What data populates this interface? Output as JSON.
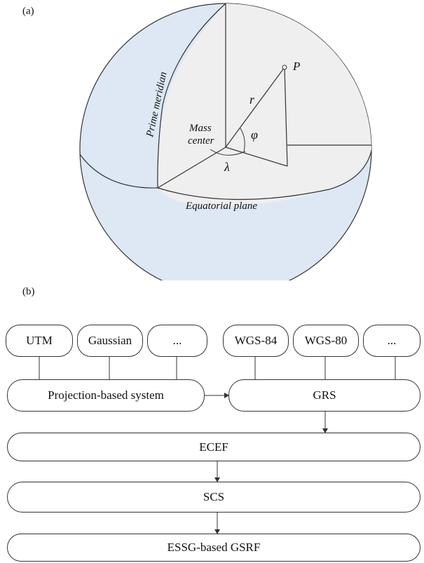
{
  "panel_a": {
    "label": "(a)",
    "labels": {
      "point": "P",
      "radius": "r",
      "latitude": "φ",
      "longitude": "λ",
      "mass_center_line1": "Mass",
      "mass_center_line2": "center",
      "prime_meridian": "Prime meridian",
      "equatorial_plane": "Equatorial plane"
    },
    "colors": {
      "sphere_fill": "#dde8f4",
      "plane_fill": "#efefef",
      "stroke": "#333333"
    }
  },
  "panel_b": {
    "label": "(b)",
    "top_left_boxes": [
      "UTM",
      "Gaussian",
      "..."
    ],
    "top_right_boxes": [
      "WGS-84",
      "WGS-80",
      "..."
    ],
    "projection_box": "Projection-based system",
    "grs_box": "GRS",
    "ecef_box": "ECEF",
    "scs_box": "SCS",
    "gsrf_box": "ESSG-based GSRF"
  }
}
